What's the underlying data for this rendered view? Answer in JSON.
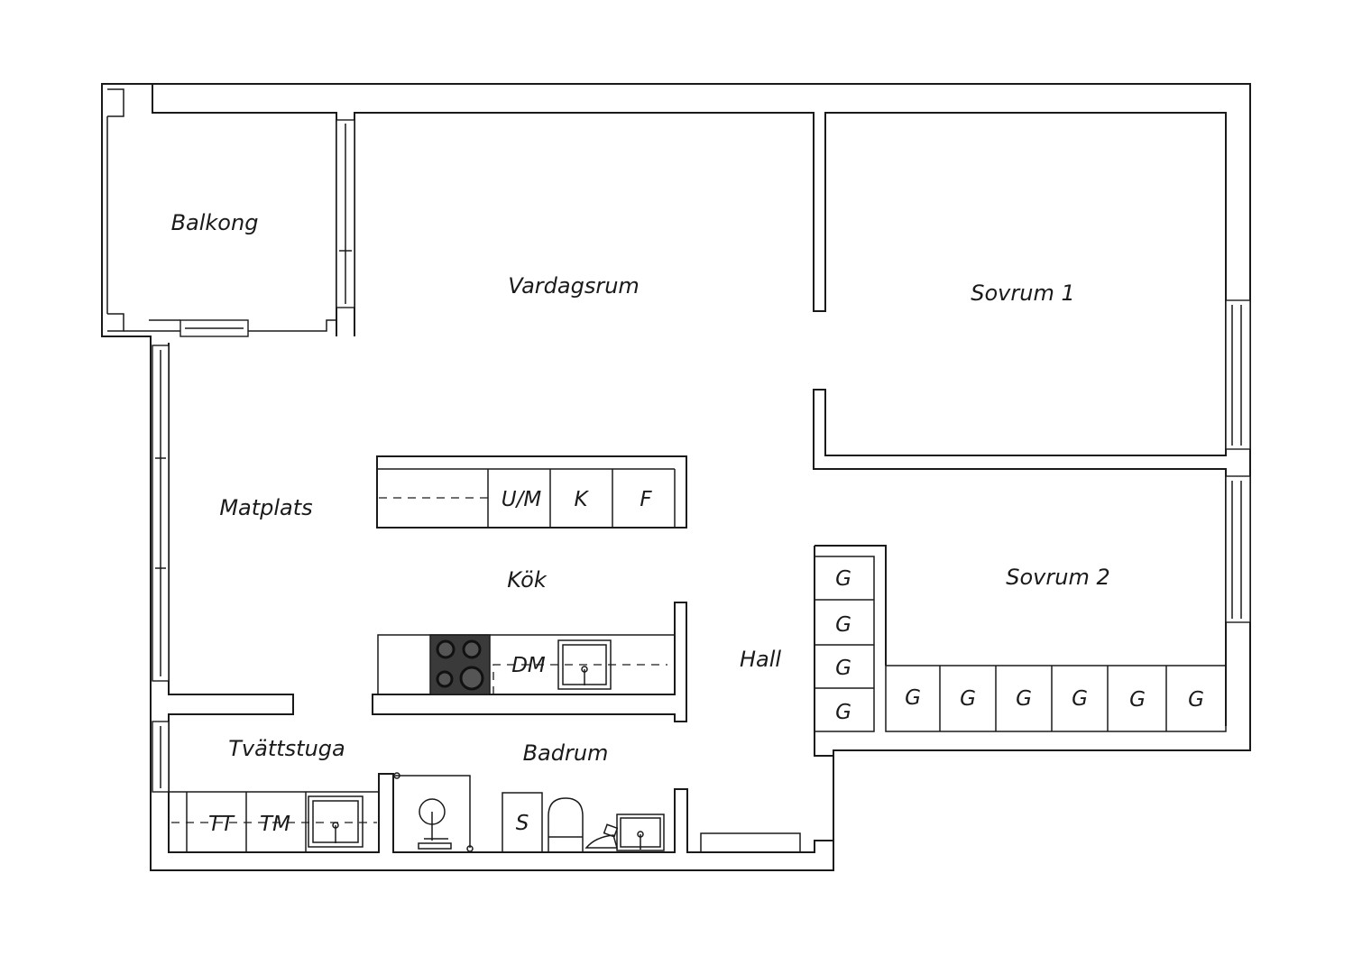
{
  "rooms": {
    "balkong": "Balkong",
    "vardagsrum": "Vardagsrum",
    "sovrum1": "Sovrum 1",
    "sovrum2": "Sovrum 2",
    "matplats": "Matplats",
    "kok": "Kök",
    "hall": "Hall",
    "tvattstuga": "Tvättstuga",
    "badrum": "Badrum"
  },
  "fixtures": {
    "upper_counter": [
      "U/M",
      "K",
      "F"
    ],
    "dishwasher": "DM",
    "laundry": [
      "TT",
      "TM"
    ],
    "bath_cabinet": "S",
    "wardrobes_vertical": [
      "G",
      "G",
      "G",
      "G"
    ],
    "wardrobes_horizontal": [
      "G",
      "G",
      "G",
      "G",
      "G",
      "G"
    ]
  },
  "colors": {
    "line": "#1a1a1a",
    "background": "#ffffff",
    "hob": "#3a3a3a"
  }
}
